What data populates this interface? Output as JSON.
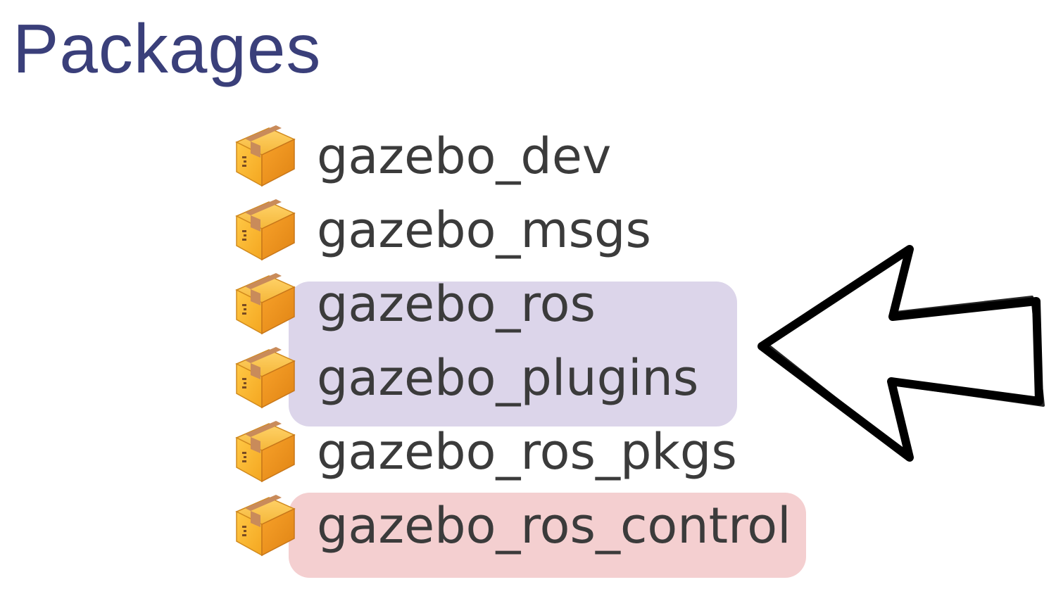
{
  "header": {
    "title": "Packages"
  },
  "packages": [
    {
      "label": "gazebo_dev",
      "icon": "package-box-icon"
    },
    {
      "label": "gazebo_msgs",
      "icon": "package-box-icon"
    },
    {
      "label": "gazebo_ros",
      "icon": "package-box-icon"
    },
    {
      "label": "gazebo_plugins",
      "icon": "package-box-icon"
    },
    {
      "label": "gazebo_ros_pkgs",
      "icon": "package-box-icon"
    },
    {
      "label": "gazebo_ros_control",
      "icon": "package-box-icon"
    }
  ],
  "colors": {
    "title": "#3a3f7a",
    "label": "#3b3b3b",
    "highlight_purple": "#dcd5ea",
    "highlight_red": "#f4cfd0",
    "arrow": "#000000"
  }
}
